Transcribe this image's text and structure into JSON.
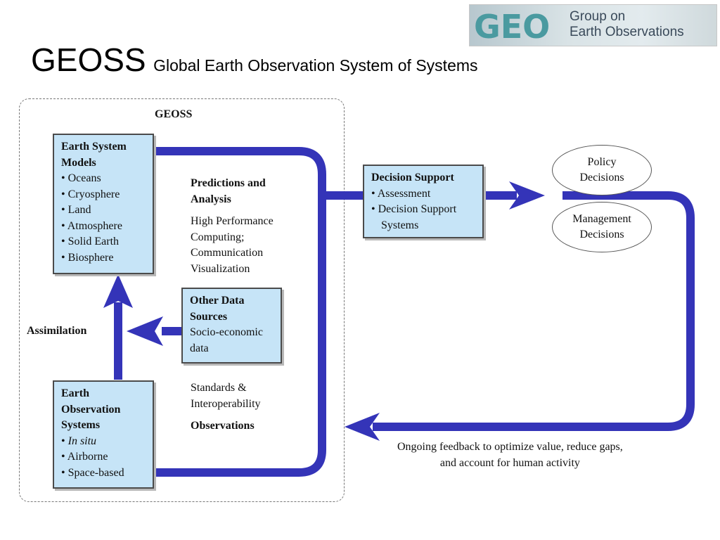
{
  "title": {
    "main": "GEOSS",
    "subtitle": "Global Earth Observation System of Systems"
  },
  "logo": {
    "mark": "GEO",
    "line1": "Group on",
    "line2": "Earth Observations"
  },
  "diagram": {
    "frame_label": "GEOSS",
    "models_box": {
      "title_line1": "Earth System",
      "title_line2": "Models",
      "items": [
        "• Oceans",
        "• Cryosphere",
        "• Land",
        "• Atmosphere",
        "• Solid Earth",
        "• Biosphere"
      ]
    },
    "predictions": {
      "heading_line1": "Predictions and",
      "heading_line2": "Analysis",
      "lines": [
        "High Performance",
        "Computing;",
        "Communication",
        "Visualization"
      ]
    },
    "other_data": {
      "title_line1": "Other Data",
      "title_line2": "Sources",
      "lines": [
        "Socio-economic",
        "data"
      ]
    },
    "assimilation_label": "Assimilation",
    "standards": {
      "line1": "Standards &",
      "line2": "Interoperability"
    },
    "observations_label": "Observations",
    "obs_box": {
      "title_line1": "Earth",
      "title_line2": "Observation",
      "title_line3": "Systems",
      "bullet_mark": "• ",
      "item_in_situ": "In situ",
      "items": [
        "• Airborne",
        "• Space-based"
      ]
    },
    "decision_box": {
      "title": "Decision Support",
      "item1": "• Assessment",
      "item2": "• Decision Support",
      "item2_cont": "Systems"
    },
    "policy": {
      "line1": "Policy",
      "line2": "Decisions"
    },
    "management": {
      "line1": "Management",
      "line2": "Decisions"
    },
    "feedback": {
      "line1": "Ongoing feedback to optimize value, reduce gaps,",
      "line2": "and account for human activity"
    },
    "colors": {
      "flow": "#3434b8",
      "box_fill": "#c6e4f7",
      "frame": "#777777"
    }
  }
}
